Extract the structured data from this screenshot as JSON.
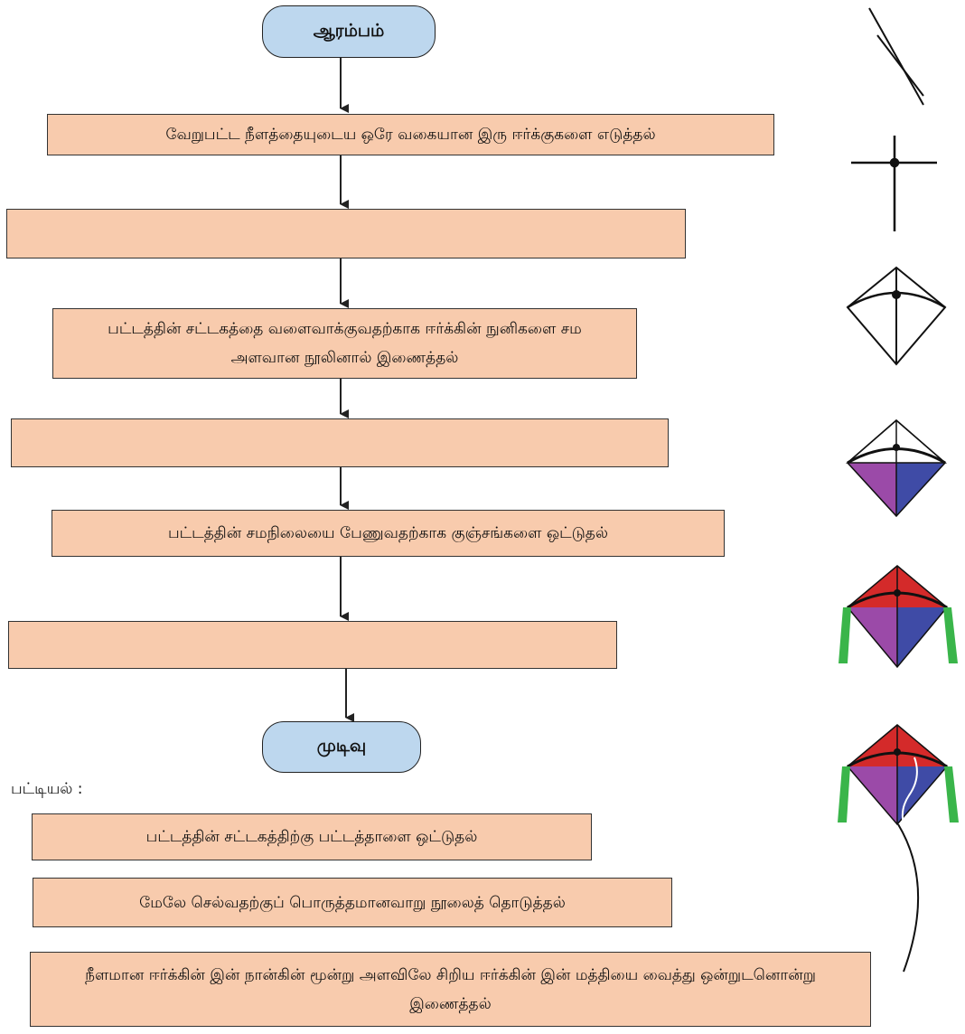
{
  "flowchart": {
    "start": "ஆரம்பம்",
    "step1": "வேறுபட்ட நீளத்தையுடைய ஒரே வகையான இரு ஈர்க்குகளை எடுத்தல்",
    "step2": "",
    "step3": "பட்டத்தின் சட்டகத்தை வளைவாக்குவதற்காக ஈர்க்கின் நுனிகளை சம அளவான நூலினால் இணைத்தல்",
    "step4": "",
    "step5": "பட்டத்தின் சமநிலையை பேணுவதற்காக குஞ்சங்களை ஒட்டுதல்",
    "step6": "",
    "end": "முடிவு"
  },
  "list": {
    "title": "பட்டியல் :",
    "items": [
      "பட்டத்தின் சட்டகத்திற்கு பட்டத்தாளை ஒட்டுதல்",
      "மேலே செல்வதற்குப் பொருத்தமானவாறு நூலைத் தொடுத்தல்",
      "நீளமான ஈர்க்கின் இன் நான்கின் மூன்று அளவிலே சிறிய ஈர்க்கின் இன் மத்தியை வைத்து ஒன்றுடனொன்று இணைத்தல்"
    ]
  },
  "colors": {
    "box_fill": "#f8cbad",
    "terminal_fill": "#bdd7ee",
    "kite_red": "#d42a2a",
    "kite_purple": "#9b4aa8",
    "kite_blue": "#3f4ba6",
    "kite_tail_green": "#3ab54a"
  }
}
